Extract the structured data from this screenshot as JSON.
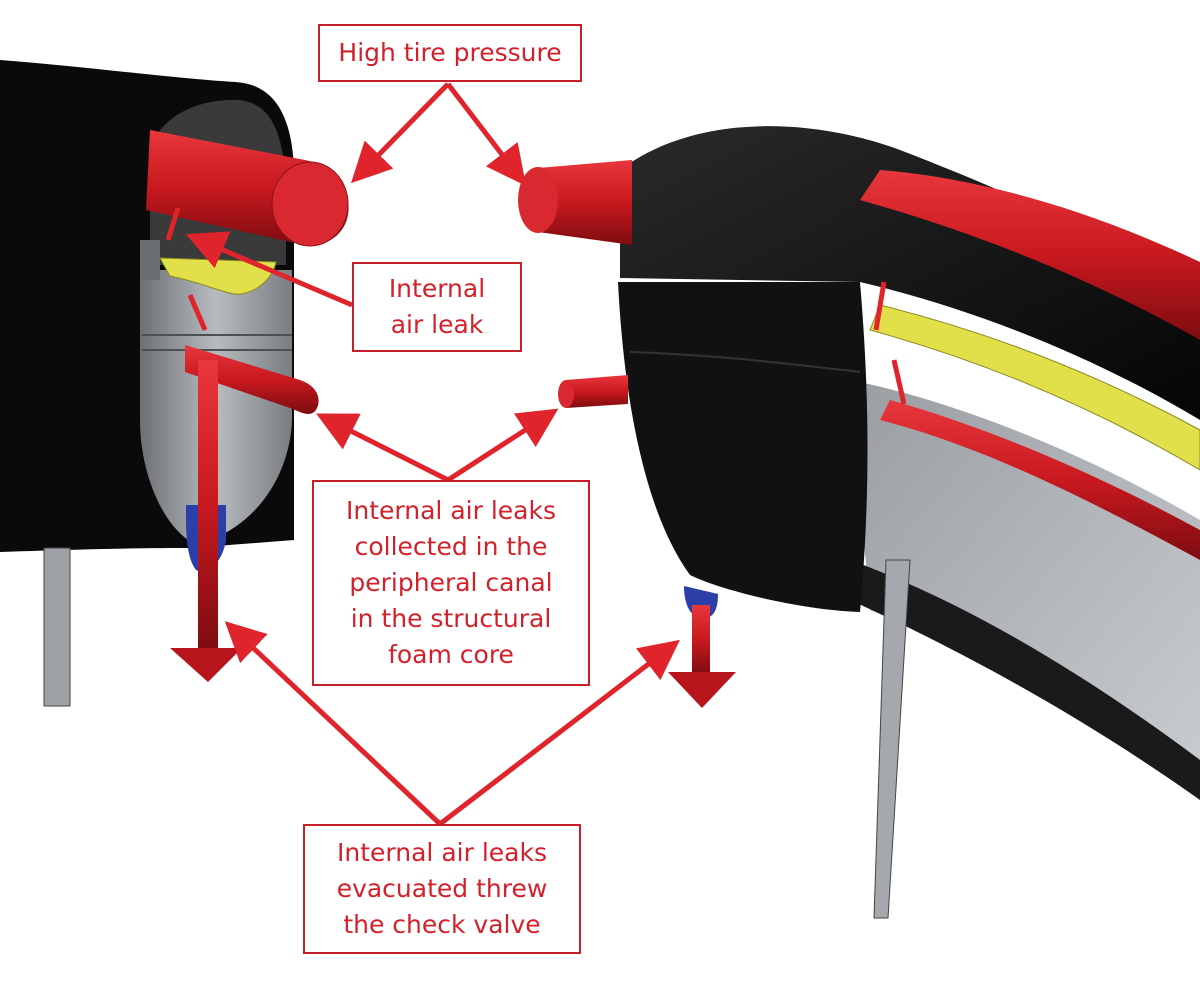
{
  "labels": {
    "high_pressure": {
      "lines": [
        "High tire pressure"
      ]
    },
    "internal_leak": {
      "lines": [
        "Internal",
        "air leak"
      ]
    },
    "collected": {
      "lines": [
        "Internal air leaks",
        "collected in the",
        "peripheral canal",
        "in the structural",
        "foam core"
      ]
    },
    "evacuated": {
      "lines": [
        "Internal air leaks",
        "evacuated threw",
        "the check valve"
      ]
    }
  },
  "colors": {
    "annotation_red": "#d4202a",
    "tube_red": "#c41a22",
    "tire_black": "#0d0d0d",
    "rim_gray": "#8c8f93",
    "sealant_yellow": "#e2e04a",
    "valve_blue": "#2c3fa8"
  }
}
